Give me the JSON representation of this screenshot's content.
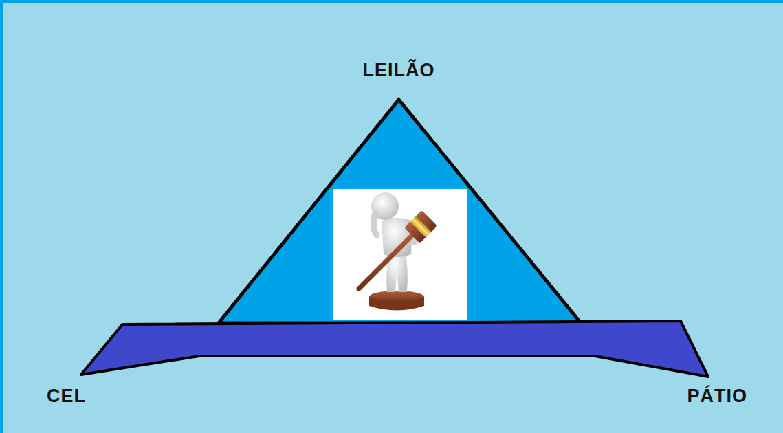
{
  "diagram": {
    "labels": [
      "LEILÃO",
      "CEL",
      "PÁTIO"
    ]
  }
}
